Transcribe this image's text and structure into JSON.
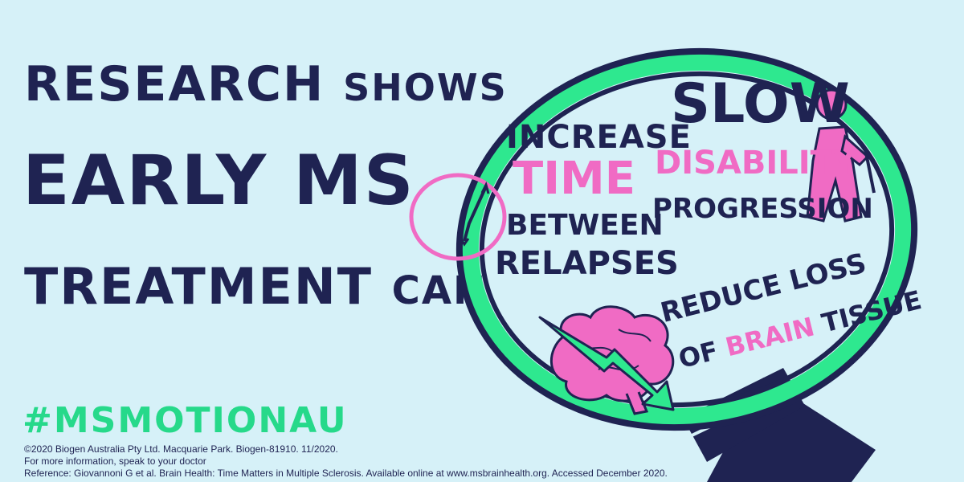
{
  "headline": {
    "line1_big": "RESEARCH",
    "line1_small": "SHOWS",
    "line2": "EARLY MS",
    "line3_big": "TREATMENT",
    "line3_small": "CAN"
  },
  "lens": {
    "increase": "INCREASE",
    "time": "TIME",
    "between": "BETWEEN",
    "relapses": "RELAPSES",
    "slow": "SLOW",
    "disability": "DISABILITY",
    "progression": "PROGRESSION",
    "reduce_loss": "REDUCE LOSS",
    "of": "OF",
    "brain": "BRAIN",
    "tissue": "TISSUE"
  },
  "hashtag": "#MSMOTIONAU",
  "legal": {
    "line1": "©2020 Biogen Australia Pty Ltd. Macquarie Park. Biogen-81910. 11/2020.",
    "line2": "For more information, speak to your doctor",
    "line3": "Reference: Giovannoni G et al. Brain Health: Time Matters in Multiple Sclerosis. Available online at www.msbrainhealth.org. Accessed December 2020."
  },
  "colors": {
    "background": "#d6f1f8",
    "navy": "#1f2352",
    "green": "#2ee88f",
    "pink": "#f06bc4"
  },
  "icons": [
    "magnifying-glass-icon",
    "clock-icon",
    "walking-person-icon",
    "brain-icon",
    "arrow-down-icon"
  ]
}
